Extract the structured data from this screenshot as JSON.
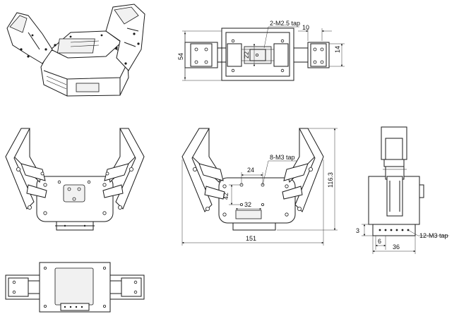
{
  "labels": {
    "top_tap": "2-M2.5 tap",
    "top_w10": "10",
    "top_h54": "54",
    "top_h22": "22",
    "top_h14": "14",
    "front_tap": "8-M3 tap",
    "front_w24": "24",
    "front_h42": "42",
    "front_w32": "32",
    "front_w151": "151",
    "front_h116": "116.3",
    "side_tap": "12-M3 tap",
    "side_h3": "3",
    "side_w6": "6",
    "side_w36": "36"
  }
}
